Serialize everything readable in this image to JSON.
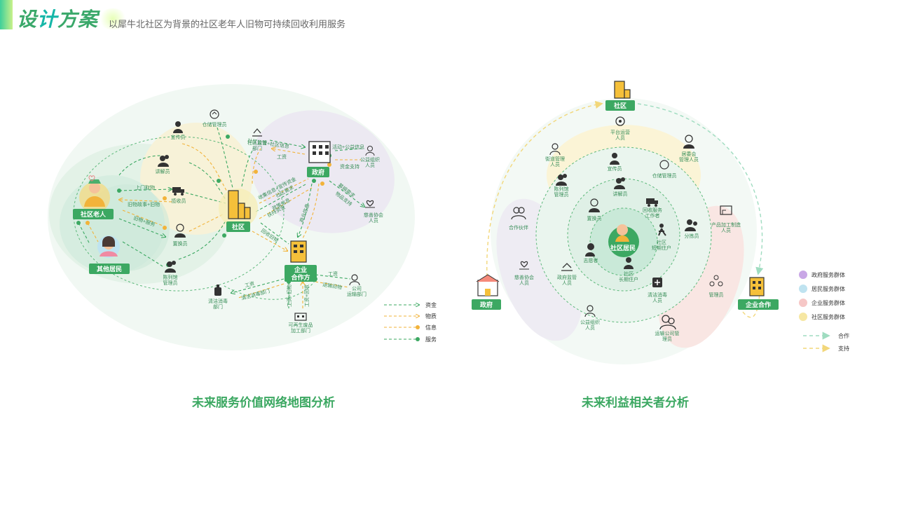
{
  "header": {
    "title_a": "设",
    "title_b": "计",
    "title_c": "方案",
    "subtitle": "以犀牛北社区为背景的社区老年人旧物可持续回收利用服务"
  },
  "colors": {
    "green": "#3ca862",
    "orange": "#f2b33a",
    "dashed_green": "#4caf6d",
    "legend_purple": "#c9a7e6",
    "legend_blue": "#bfe3f0",
    "legend_pink": "#f6c7c6",
    "legend_yellow": "#f6e7a3"
  },
  "left_map": {
    "caption": "未来服务价值网络地图分析",
    "main_nodes": {
      "elder": "社区老人",
      "other_residents": "其他居民",
      "community": "社区",
      "government": "政府",
      "enterprise": "企业\n合作方"
    },
    "actors": [
      "宣传员",
      "仓储管理员",
      "讲解员",
      "揽收员",
      "置换员",
      "陈列馆\n管理员",
      "社区监管\n部门",
      "公益组织\n人员",
      "慈善协会\n人员",
      "清洁消毒\n部门",
      "公司\n运输部门",
      "可再生废品\n加工部门"
    ],
    "flow_labels": [
      "上门取物",
      "旧物故事+旧物",
      "旧物+服务",
      "社区监管+社区信息",
      "工资",
      "活动+公益信息",
      "资金支持",
      "募捐需求",
      "物品支持",
      "收集信息+宣传资金",
      "社区需求",
      "政策信息",
      "扶持资金",
      "回收旧物",
      "商业信息",
      "工资",
      "清洁消毒部门",
      "工资",
      "运输旧物",
      "工资+旧物",
      "工资+回收"
    ],
    "legend": [
      {
        "label": "资金",
        "color": "#3ca862",
        "type": "dash-arrow"
      },
      {
        "label": "物质",
        "color": "#f2b33a",
        "type": "dash-arrow"
      },
      {
        "label": "信息",
        "color": "#f2b33a",
        "type": "dash-dot"
      },
      {
        "label": "服务",
        "color": "#3ca862",
        "type": "dash-dot"
      }
    ]
  },
  "right_map": {
    "caption": "未来利益相关者分析",
    "main_nodes": {
      "community": "社区",
      "government": "政府",
      "enterprise": "企业合作",
      "residents": "社区居民"
    },
    "actors": [
      "平台运营\n人员",
      "居委会\n管理人员",
      "街道管理\n人员",
      "宣传员",
      "仓储管理员",
      "陈列馆\n管理员",
      "讲解员",
      "回收服务\n工作者",
      "置换员",
      "社区\n短期住户",
      "分拣员",
      "产品加工制造\n人员",
      "合作伙伴",
      "志愿者",
      "社区\n长期住户",
      "慈善协会\n人员",
      "政府监管\n人员",
      "清洁消毒\n人员",
      "管理员",
      "公益组织\n人员",
      "运输公司管\n理员"
    ],
    "legend": [
      {
        "label": "政府服务群体",
        "color": "#c9a7e6"
      },
      {
        "label": "居民服务群体",
        "color": "#bfe3f0"
      },
      {
        "label": "企业服务群体",
        "color": "#f6c7c6"
      },
      {
        "label": "社区服务群体",
        "color": "#f6e7a3"
      }
    ],
    "legend_lines": [
      {
        "label": "合作",
        "color": "#9fdcc0"
      },
      {
        "label": "支持",
        "color": "#f2d77a"
      }
    ]
  }
}
